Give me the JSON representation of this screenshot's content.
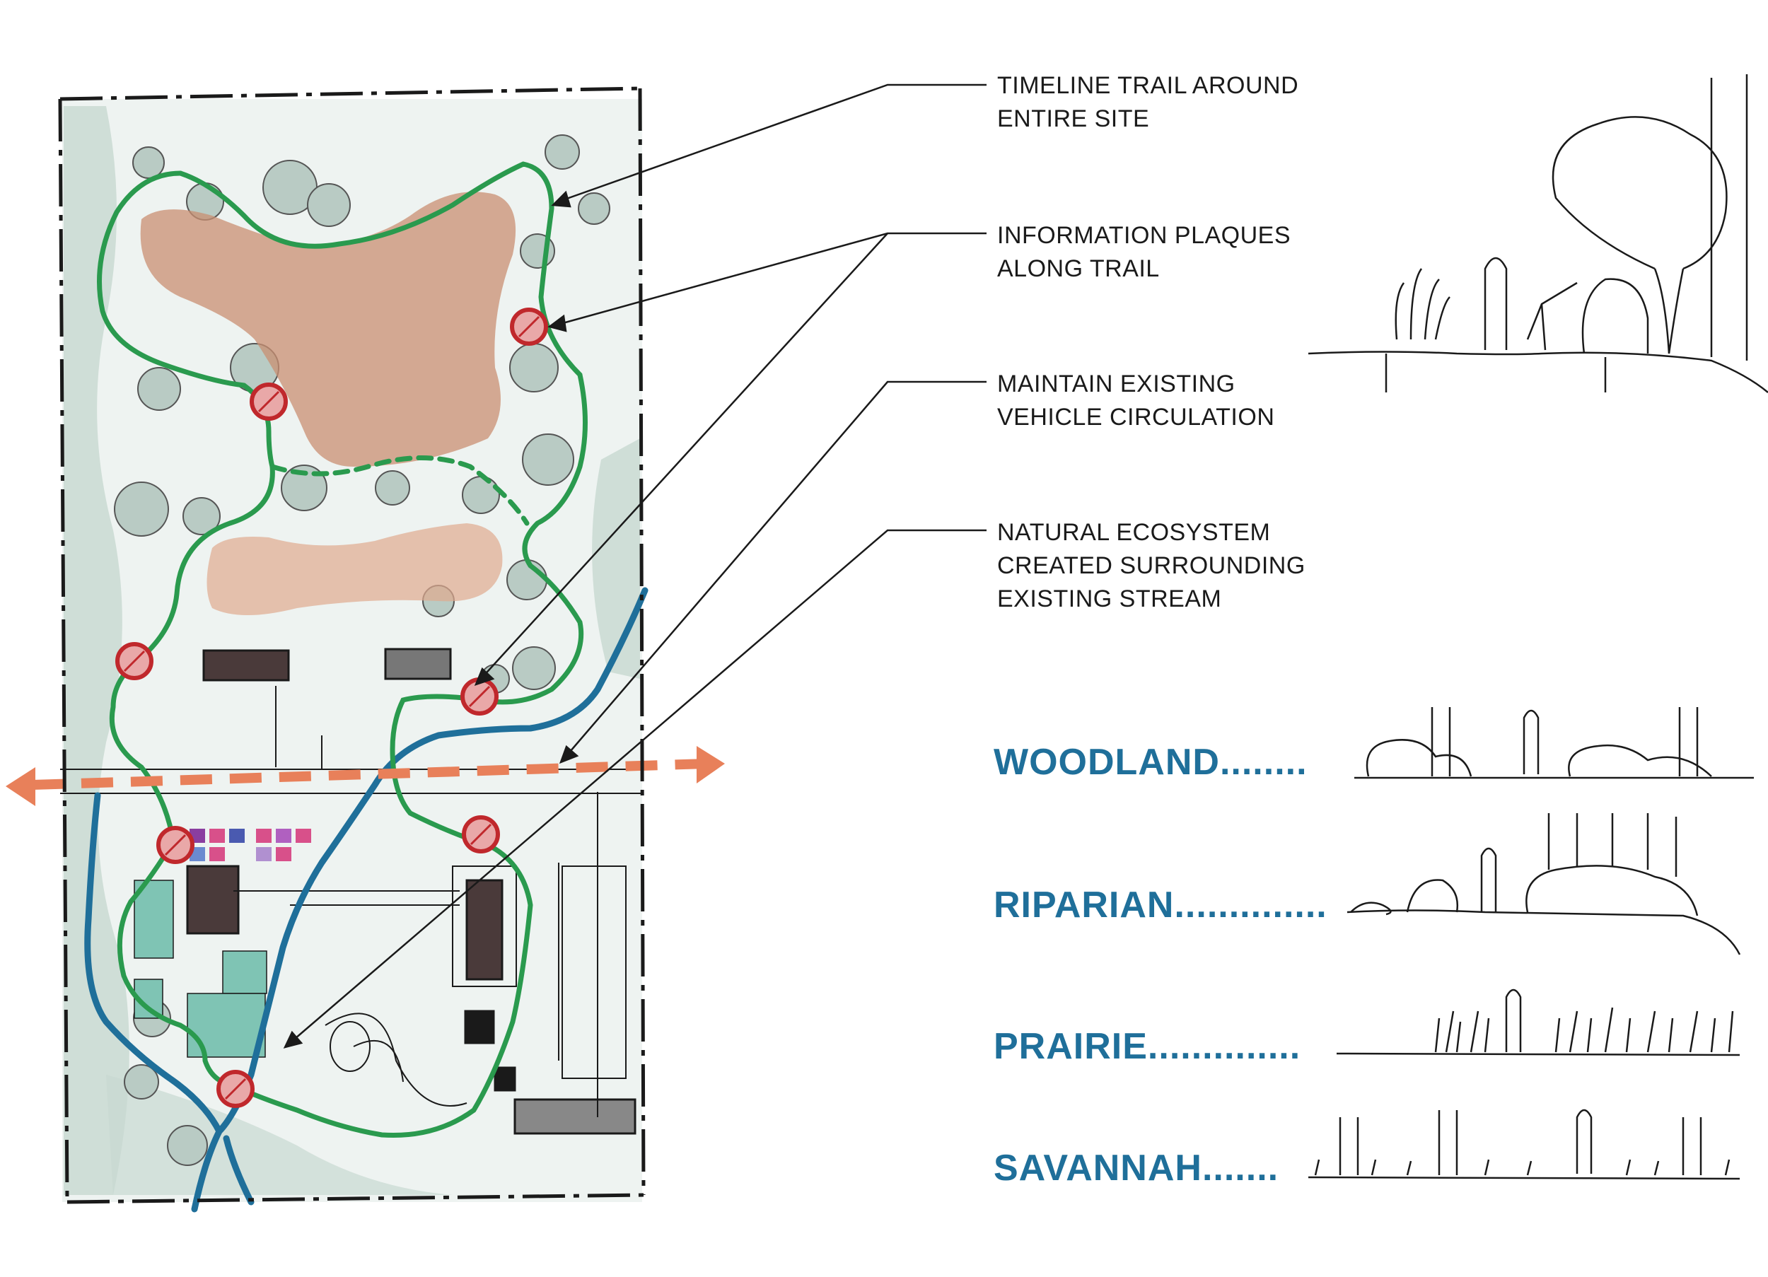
{
  "callouts": [
    {
      "id": "timeline",
      "text": "TIMELINE TRAIL AROUND\nENTIRE SITE"
    },
    {
      "id": "plaques",
      "text": "INFORMATION PLAQUES\nALONG TRAIL"
    },
    {
      "id": "vehicle",
      "text": "MAINTAIN EXISTING\nVEHICLE CIRCULATION"
    },
    {
      "id": "ecosystem",
      "text": "NATURAL ECOSYSTEM\nCREATED SURROUNDING\nEXISTING STREAM"
    }
  ],
  "zones": [
    {
      "label": "WOODLAND",
      "dots": "........"
    },
    {
      "label": "RIPARIAN",
      "dots": ".............."
    },
    {
      "label": "PRAIRIE",
      "dots": ".............."
    },
    {
      "label": "SAVANNAH",
      "dots": "......."
    }
  ],
  "colors": {
    "trail": "#2a9a4e",
    "stream": "#1f6f9a",
    "plaque": "#c0282c",
    "vehicle": "#e8805a",
    "clearing": "#c98f72",
    "tree": "#b9cbc4",
    "ink": "#1a1a1a"
  }
}
